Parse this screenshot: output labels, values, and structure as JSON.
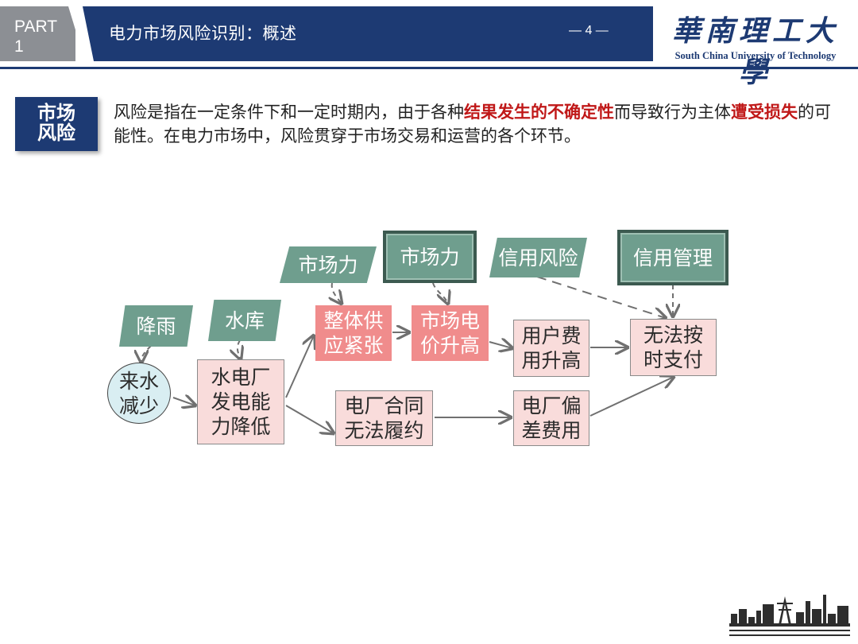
{
  "header": {
    "part_label": "PART",
    "part_number": "1",
    "title": "电力市场风险识别：概述",
    "page_indicator": "— 4 —",
    "logo_cn": "華南理工大學",
    "logo_en": "South China University of Technology"
  },
  "intro": {
    "tag_line1": "市场",
    "tag_line2": "风险",
    "text_part1": "风险是指在一定条件下和一定时期内，由于各种",
    "highlight1": "结果发生的不确定性",
    "text_part2": "而导致行为主体",
    "highlight2": "遭受损失",
    "text_part3": "的可能性。在电力市场中，风险贯穿于市场交易和运营的各个环节。"
  },
  "diagram": {
    "nodes": {
      "rain": "降雨",
      "reservoir": "水库",
      "market_power_1": "市场力",
      "market_power_2": "市场力",
      "credit_risk": "信用风险",
      "credit_management": "信用管理",
      "inflow_decrease": "来水\n减少",
      "hydro_capacity_drop": "水电厂\n发电能\n力降低",
      "supply_tight": "整体供\n应紧张",
      "price_rise": "市场电\n价升高",
      "user_cost_rise": "用户费\n用升高",
      "cannot_pay": "无法按\n时支付",
      "contract_default": "电厂合同\n无法履约",
      "deviation_cost": "电厂偏\n差费用"
    }
  },
  "colors": {
    "navy": "#1d3a73",
    "highlight_red": "#c01818",
    "risk_red": "#f08c8c",
    "pink": "#f9dcdb",
    "teal": "#6f9e8e",
    "light_blue": "#d9eef2"
  }
}
